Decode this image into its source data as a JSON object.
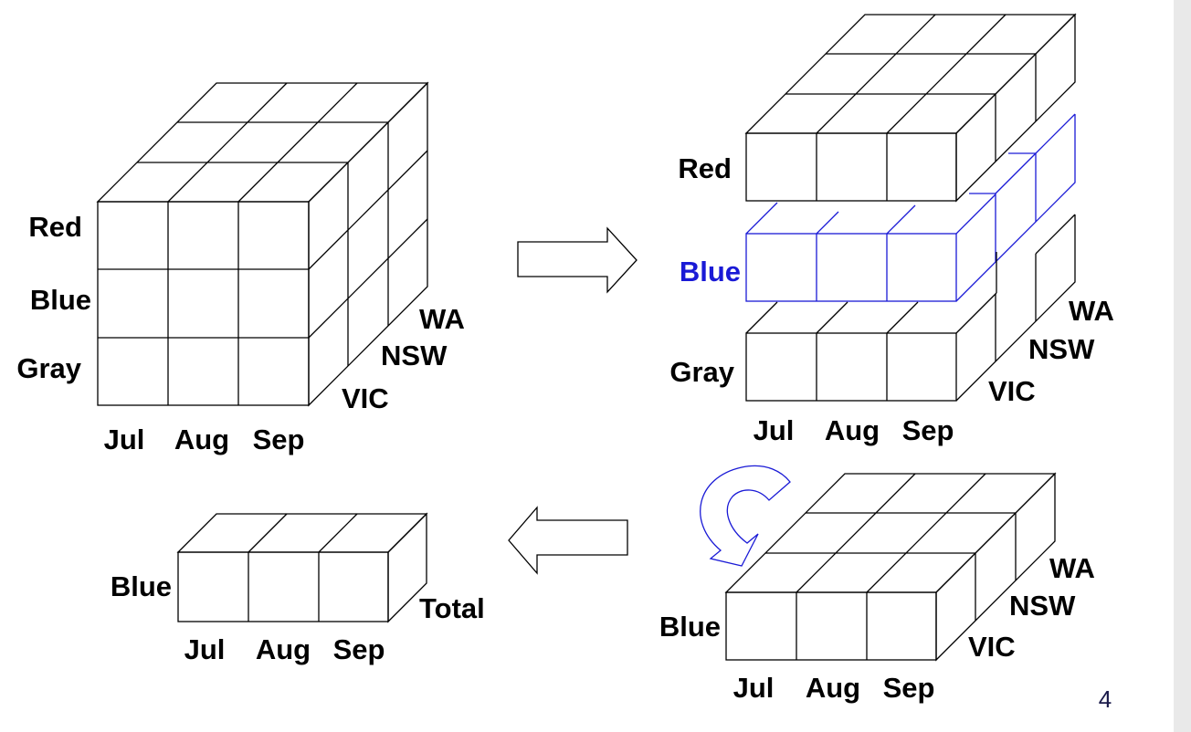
{
  "cube1": {
    "rows": [
      "Red",
      "Blue",
      "Gray"
    ],
    "cols": [
      "Jul",
      "Aug",
      "Sep"
    ],
    "depth": [
      "WA",
      "NSW",
      "VIC"
    ]
  },
  "cube2": {
    "rows": [
      "Red",
      "Blue",
      "Gray"
    ],
    "cols": [
      "Jul",
      "Aug",
      "Sep"
    ],
    "depth": [
      "WA",
      "NSW",
      "VIC"
    ],
    "highlight_row": "Blue",
    "highlight_color": "#1a1ad6"
  },
  "cube3": {
    "rows": [
      "Blue"
    ],
    "cols": [
      "Jul",
      "Aug",
      "Sep"
    ],
    "depth": [
      "WA",
      "NSW",
      "VIC"
    ]
  },
  "cube4": {
    "rows": [
      "Blue"
    ],
    "cols": [
      "Jul",
      "Aug",
      "Sep"
    ],
    "depth": [
      "Total"
    ]
  },
  "page_number": "4",
  "icons": {
    "arrow_right": "arrow-right-icon",
    "arrow_left": "arrow-left-icon",
    "rotate": "rotate-icon"
  }
}
